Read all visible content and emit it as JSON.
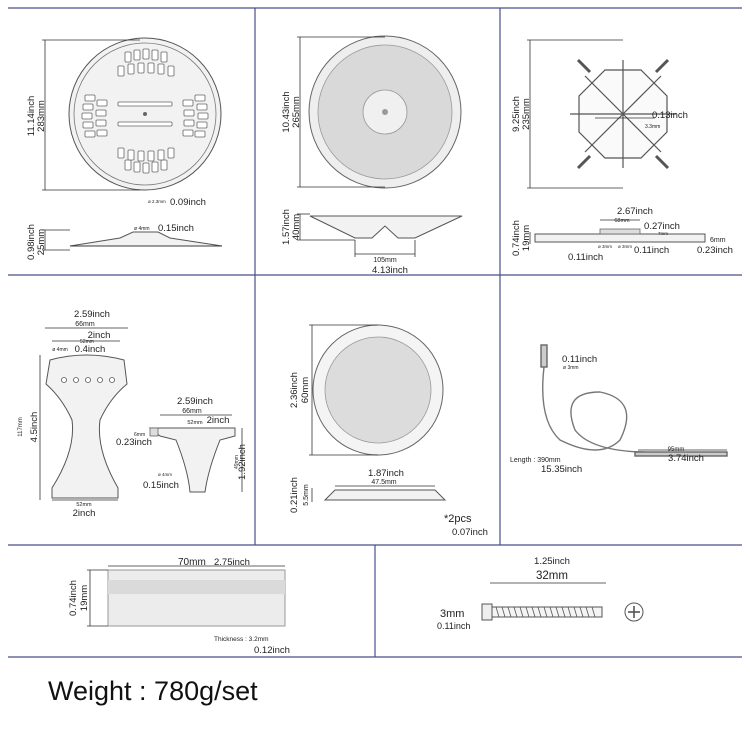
{
  "panels": {
    "coverplate": {
      "height_inch": "11.14inch",
      "height_mm": "283mm",
      "hole_inch": "0.09inch",
      "hole_mm": "ø 2.3mm",
      "side_inch": "0.98inch",
      "side_mm": "25mm",
      "bolt_mm": "ø 4mm",
      "bolt_inch": "0.15inch"
    },
    "cone": {
      "height_inch": "10.43inch",
      "height_mm": "265mm",
      "side_inch": "1.57inch",
      "side_mm": "40mm",
      "base_mm": "105mm",
      "base_inch": "4.13inch"
    },
    "spider": {
      "height_inch": "9.25inch",
      "height_mm": "235mm",
      "hole_inch": "0.13inch",
      "hole_mm": "3.3mm",
      "width_inch": "2.67inch",
      "width_mm": "68mm",
      "tab_inch": "0.27inch",
      "tab_mm": "7mm",
      "side_inch": "0.74inch",
      "side_mm": "19mm",
      "hole_a_inch": "0.11inch",
      "hole_a_mm": "ø 3mm",
      "hole_b_inch": "0.11inch",
      "hole_b_mm": "ø 3mm",
      "end_mm": "6mm",
      "end_inch": "0.23inch"
    },
    "tailpiece": {
      "top_inch": "2.59inch",
      "top_mm": "66mm",
      "inner_inch": "2inch",
      "inner_mm": "52mm",
      "hole_mm": "ø 4mm",
      "hole_inch": "0.4inch",
      "height_mm": "117mm",
      "height_inch": "4.5inch",
      "bottom_mm": "52mm",
      "bottom_inch": "2inch",
      "side_top_inch": "2.59inch",
      "side_top_mm": "66mm",
      "side_inner_mm": "52mm",
      "side_inner_inch": "2inch",
      "tab_mm": "6mm",
      "tab_inch": "0.23inch",
      "side_height_inch": "1.92inch",
      "side_height_mm": "49mm",
      "screw_mm": "ø 4mm",
      "screw_inch": "0.15inch"
    },
    "disc": {
      "height_inch": "2.36inch",
      "height_mm": "60mm",
      "width_inch": "1.87inch",
      "width_mm": "47.5mm",
      "side_inch": "0.21inch",
      "side_mm": "5.5mm",
      "qty": "*2pcs",
      "qty_inch": "0.07inch"
    },
    "pickup": {
      "lead_inch": "0.11inch",
      "lead_mm": "ø 3mm",
      "length_label": "Length : 390mm",
      "length_inch": "15.35inch",
      "tip_mm": "95mm",
      "tip_inch": "3.74inch"
    },
    "plate": {
      "length_mm": "70mm",
      "length_inch": "2.75inch",
      "height_inch": "0.74inch",
      "height_mm": "19mm",
      "thickness_label": "Thickness : 3.2mm",
      "thickness_inch": "0.12inch"
    },
    "screw": {
      "length_inch": "1.25inch",
      "length_mm": "32mm",
      "head_mm": "3mm",
      "head_inch": "0.11inch"
    }
  },
  "weight": "Weight : 780g/set"
}
